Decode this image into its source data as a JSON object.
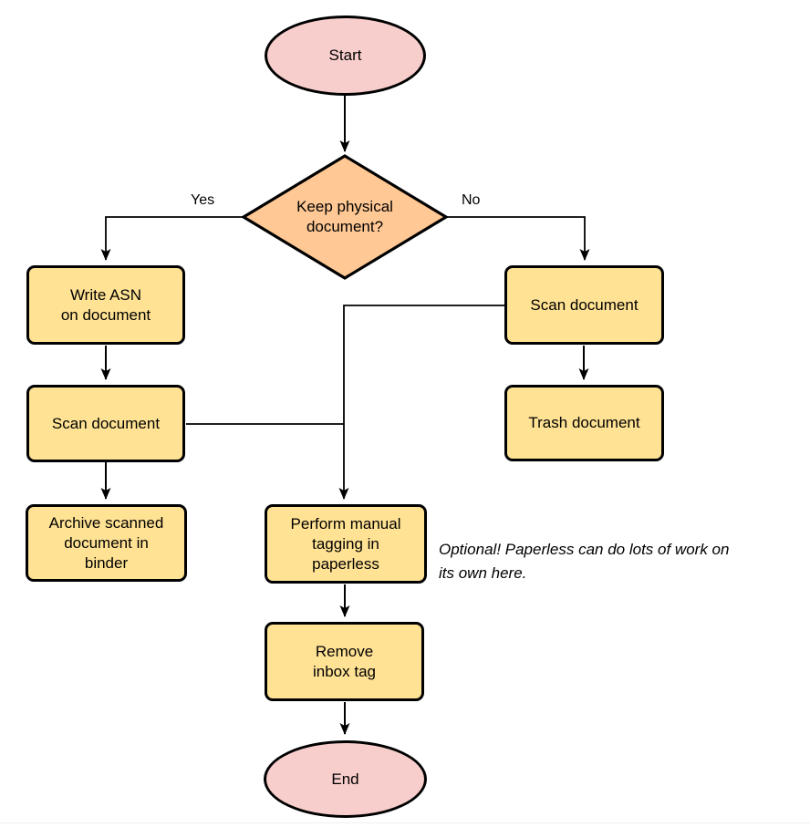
{
  "diagram": {
    "title_hint": "Paperless document intake flowchart",
    "colors": {
      "terminal_fill": "#f8cecc",
      "decision_fill": "#ffc894",
      "process_fill": "#ffe294",
      "stroke": "#000000",
      "background": "#ffffff"
    },
    "nodes": {
      "start": {
        "label": "Start",
        "type": "terminal"
      },
      "decision": {
        "label": "Keep physical\ndocument?",
        "type": "decision"
      },
      "write_asn": {
        "label": "Write ASN\non document",
        "type": "process"
      },
      "scan_left": {
        "label": "Scan document",
        "type": "process"
      },
      "archive": {
        "label": "Archive scanned\ndocument in\nbinder",
        "type": "process"
      },
      "scan_right": {
        "label": "Scan document",
        "type": "process"
      },
      "trash": {
        "label": "Trash document",
        "type": "process"
      },
      "tagging": {
        "label": "Perform manual\ntagging in\npaperless",
        "type": "process"
      },
      "remove_inbox": {
        "label": "Remove\ninbox tag",
        "type": "process"
      },
      "end": {
        "label": "End",
        "type": "terminal"
      }
    },
    "edge_labels": {
      "yes": "Yes",
      "no": "No"
    },
    "note": "Optional! Paperless can do lots of work on\nits own here."
  }
}
